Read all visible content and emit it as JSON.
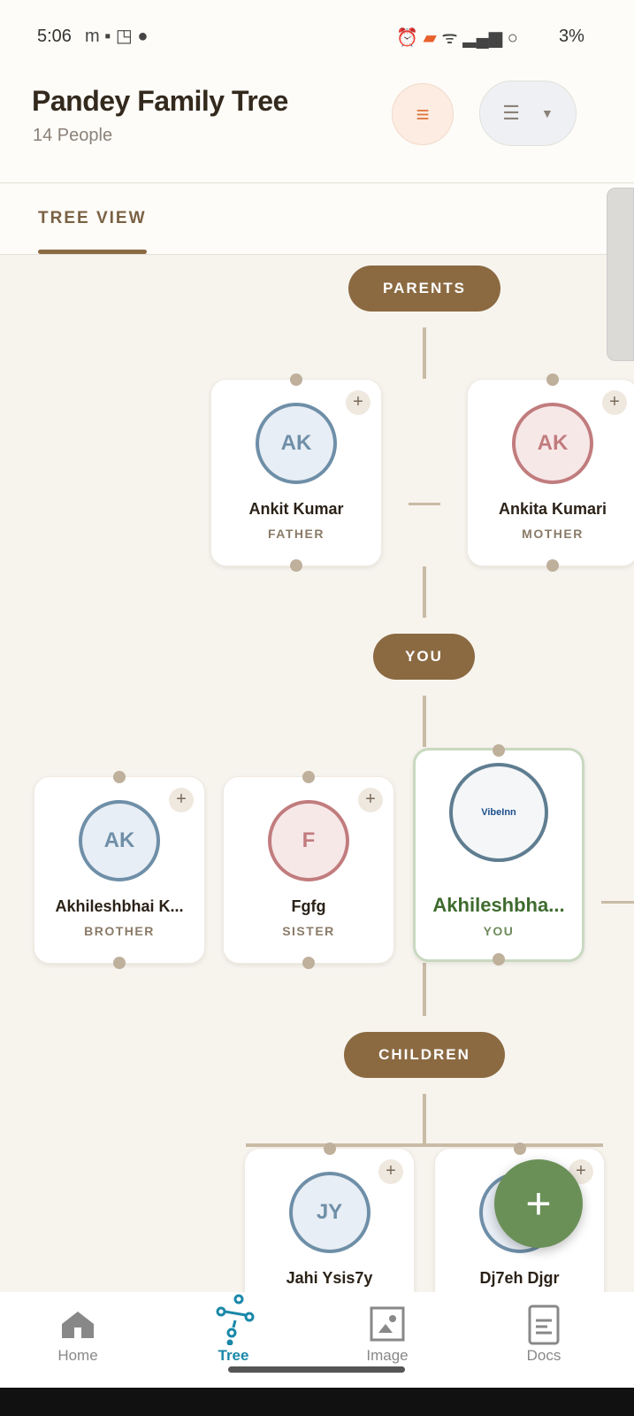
{
  "status": {
    "time": "5:06",
    "battery": "3%"
  },
  "header": {
    "title": "Pandey Family Tree",
    "subtitle": "14 People"
  },
  "tabs": [
    {
      "label": "TREE VIEW",
      "active": true
    }
  ],
  "sections": {
    "parents": "PARENTS",
    "you": "YOU",
    "children": "CHILDREN"
  },
  "people": {
    "father": {
      "initials": "AK",
      "name": "Ankit Kumar",
      "role": "FATHER"
    },
    "mother": {
      "initials": "AK",
      "name": "Ankita Kumari",
      "role": "MOTHER"
    },
    "brother": {
      "initials": "AK",
      "name": "Akhileshbhai  K...",
      "role": "BROTHER"
    },
    "sister": {
      "initials": "F",
      "name": "Fgfg",
      "role": "SISTER"
    },
    "self": {
      "name": "Akhileshbha...",
      "role": "YOU",
      "photo_text": "VibeInn"
    },
    "child1": {
      "initials": "JY",
      "name": "Jahi Ysis7y"
    },
    "child2": {
      "name": "Dj7eh Djgr"
    }
  },
  "plus": "+",
  "nav": [
    {
      "label": "Home",
      "icon": "home-icon"
    },
    {
      "label": "Tree",
      "icon": "tree-icon",
      "active": true
    },
    {
      "label": "Image",
      "icon": "image-icon"
    },
    {
      "label": "Docs",
      "icon": "docs-icon"
    }
  ],
  "colors": {
    "accent": "#8b6a42",
    "active_nav": "#1a88a8",
    "fab": "#6a9058",
    "self_name": "#3e6b2e"
  }
}
